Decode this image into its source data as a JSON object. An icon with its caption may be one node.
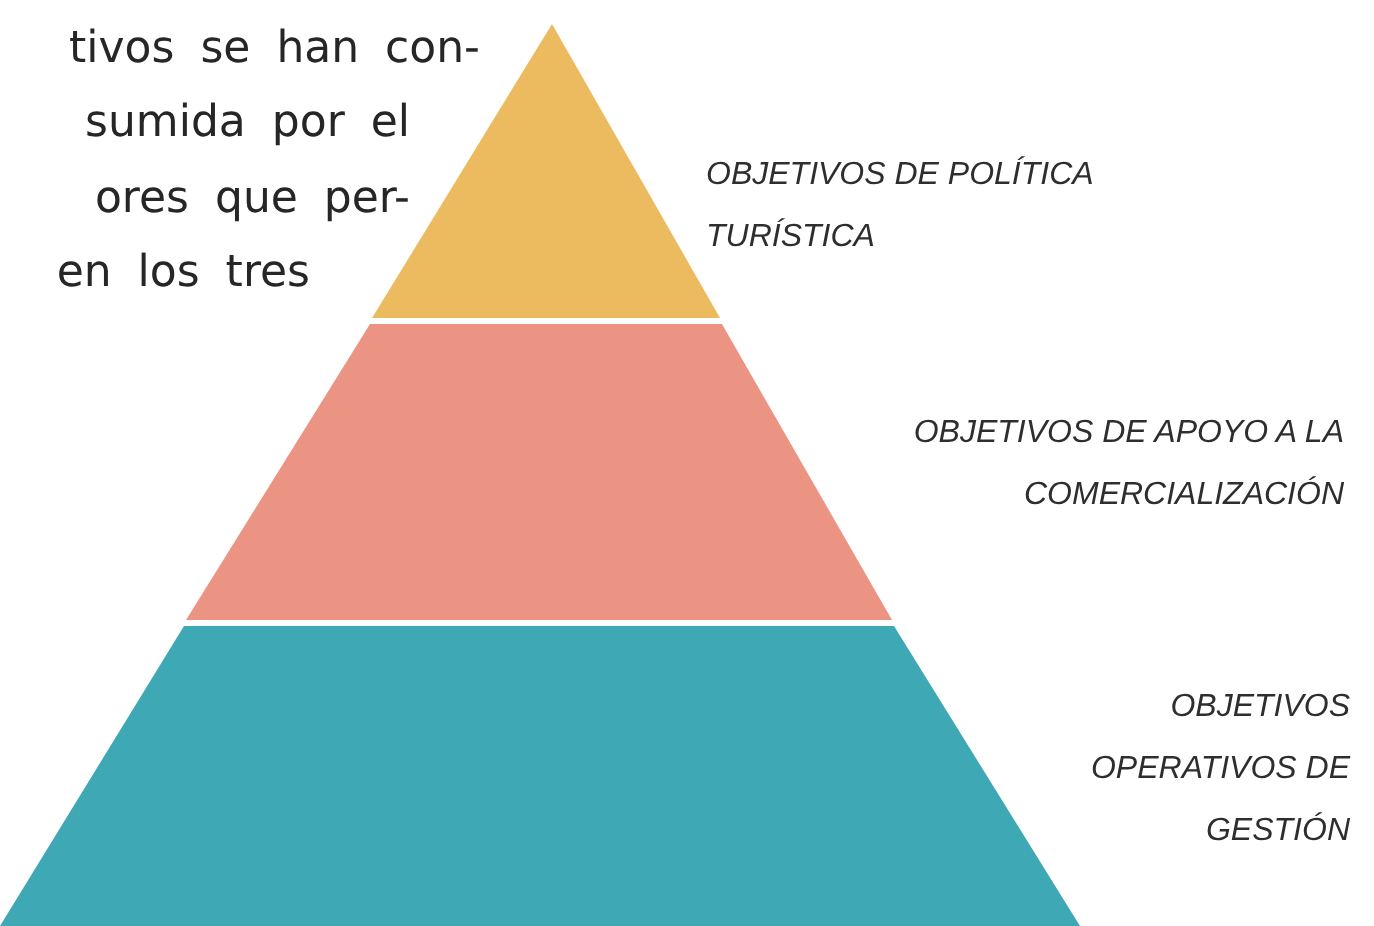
{
  "diagram": {
    "nodes": [
      {
        "text": [
          "OBJETIVOS DE POLÍTICA TURÍSTICA"
        ]
      },
      {
        "text": [
          "OBJETIVOS DE APOYO A LA COMERCIALIZACIÓN"
        ]
      },
      {
        "text": [
          "OBJETIVOS OPERATIVOS DE GESTIÓN"
        ]
      }
    ],
    "labels": [
      "tivos se han con-",
      "sumida por el",
      "ores que per-",
      "en los tres"
    ]
  }
}
